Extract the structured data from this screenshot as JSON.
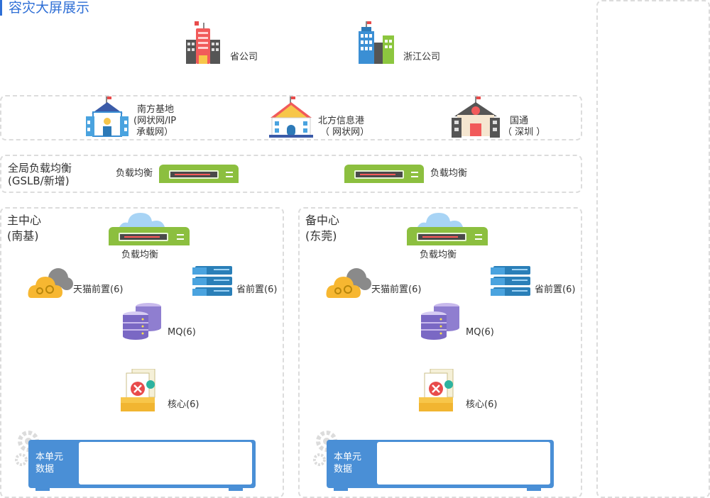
{
  "page": {
    "title": "容灾大屏展示"
  },
  "top_nodes": [
    {
      "label": "省公司",
      "icon": "office-building-icon"
    },
    {
      "label": "浙江公司",
      "icon": "city-buildings-icon"
    }
  ],
  "carriers": [
    {
      "label_line1": "南方基地",
      "label_line2": "(网状网/IP",
      "label_line3": "承载网）",
      "icon": "school-building-icon"
    },
    {
      "label_line1": "北方信息港",
      "label_line2": "（ 网状网）",
      "icon": "house-building-icon"
    },
    {
      "label_line1": "国通",
      "label_line2": "（ 深圳 ）",
      "icon": "bank-building-icon"
    }
  ],
  "gslb": {
    "label_line1": "全局负载均衡",
    "label_line2": "(GSLB/新增)",
    "lb_left_label": "负载均衡",
    "lb_right_label": "负载均衡"
  },
  "centers": [
    {
      "name_line1": "主中心",
      "name_line2": "(南基)",
      "lb_label": "负载均衡",
      "tmall_label": "天猫前置(6)",
      "province_label": "省前置(6)",
      "mq_label": "MQ(6)",
      "core_label": "核心(6)",
      "unit_data_line1": "本单元",
      "unit_data_line2": "数据"
    },
    {
      "name_line1": "备中心",
      "name_line2": "(东莞)",
      "lb_label": "负载均衡",
      "tmall_label": "天猫前置(6)",
      "province_label": "省前置(6)",
      "mq_label": "MQ(6)",
      "core_label": "核心(6)",
      "unit_data_line1": "本单元",
      "unit_data_line2": "数据"
    }
  ],
  "colors": {
    "accent": "#2f6fd6",
    "lb_green": "#8cbf3f",
    "unit_blue": "#4a8fd6",
    "dash": "#dcdcdc"
  }
}
